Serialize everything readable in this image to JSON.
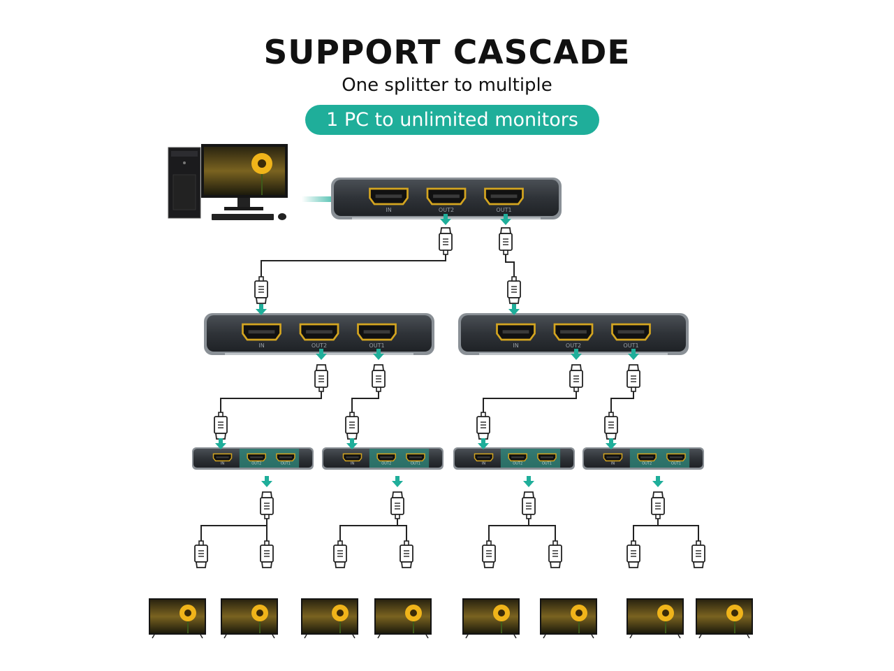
{
  "header": {
    "title": "SUPPORT CASCADE",
    "subtitle": "One splitter to multiple",
    "badge": "1 PC to unlimited monitors"
  },
  "ports": {
    "in": "IN",
    "out2": "OUT2",
    "out1": "OUT1"
  },
  "colors": {
    "accent": "#1fae9a",
    "splitter_body": "#2f3338",
    "hdmi_port": "#d4a520",
    "cable": "#222222"
  },
  "icons": [
    "desktop-pc-icon",
    "monitor-icon",
    "keyboard-icon",
    "mouse-icon",
    "hdmi-splitter-icon",
    "hdmi-plug-icon",
    "arrow-icon",
    "tv-icon"
  ]
}
